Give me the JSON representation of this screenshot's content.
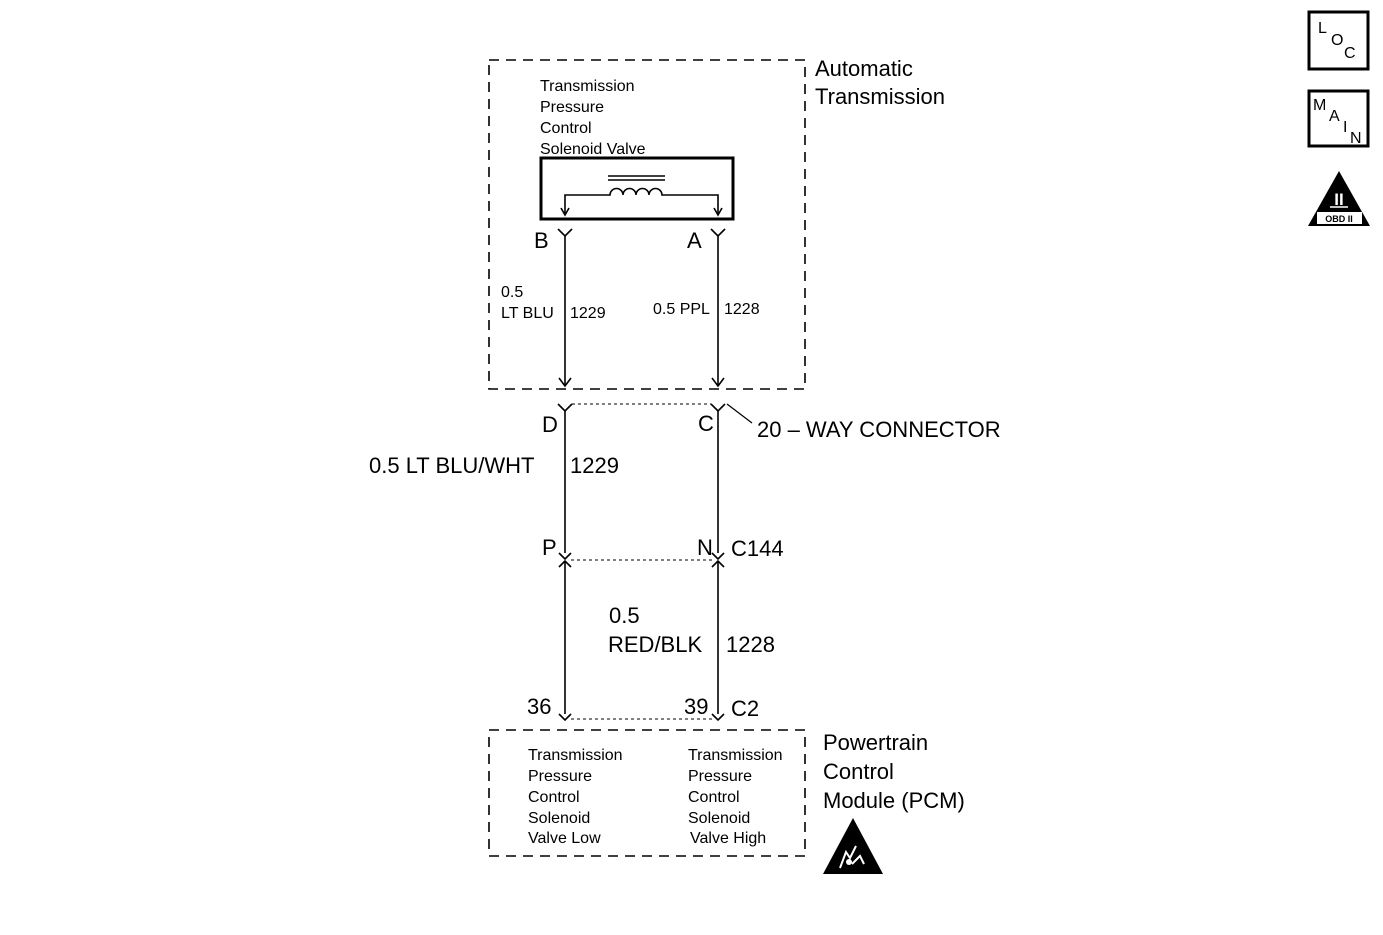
{
  "components": {
    "automatic_transmission": {
      "name_lines": [
        "Automatic",
        "Transmission"
      ],
      "solenoid_lines": [
        "Transmission",
        "Pressure",
        "Control",
        "Solenoid Valve"
      ]
    },
    "pcm": {
      "name_lines": [
        "Powertrain",
        "Control",
        "Module (PCM)"
      ],
      "low_lines": [
        "Transmission",
        "Pressure",
        "Control",
        "Solenoid",
        "Valve Low"
      ],
      "high_lines": [
        "Transmission",
        "Pressure",
        "Control",
        "Solenoid",
        "Valve High"
      ]
    }
  },
  "pins": {
    "solenoid_left": "B",
    "solenoid_right": "A",
    "connector_left": "D",
    "connector_right": "C",
    "c144_left": "P",
    "c144_right": "N",
    "pcm_left": "36",
    "pcm_right": "39"
  },
  "connectors": {
    "way20": "20 – WAY CONNECTOR",
    "c144": "C144",
    "c2": "C2"
  },
  "wires": {
    "upper_left_size": "0.5",
    "upper_left_color": "LT BLU",
    "upper_left_circuit": "1229",
    "upper_right_label": "0.5 PPL",
    "upper_right_circuit": "1228",
    "middle_left_label": "0.5 LT BLU/WHT",
    "middle_left_circuit": "1229",
    "lower_right_size": "0.5",
    "lower_right_color": "RED/BLK",
    "lower_right_circuit": "1228"
  },
  "nav": {
    "loc": [
      "L",
      "O",
      "C"
    ],
    "main": [
      "M",
      "A",
      "I",
      "N"
    ],
    "obd_numeral": "II",
    "obd_label": "OBD II"
  },
  "colors": {
    "ink": "#000000",
    "paper": "#ffffff"
  },
  "icons": {
    "esd_warning": "esd-warning-icon"
  }
}
